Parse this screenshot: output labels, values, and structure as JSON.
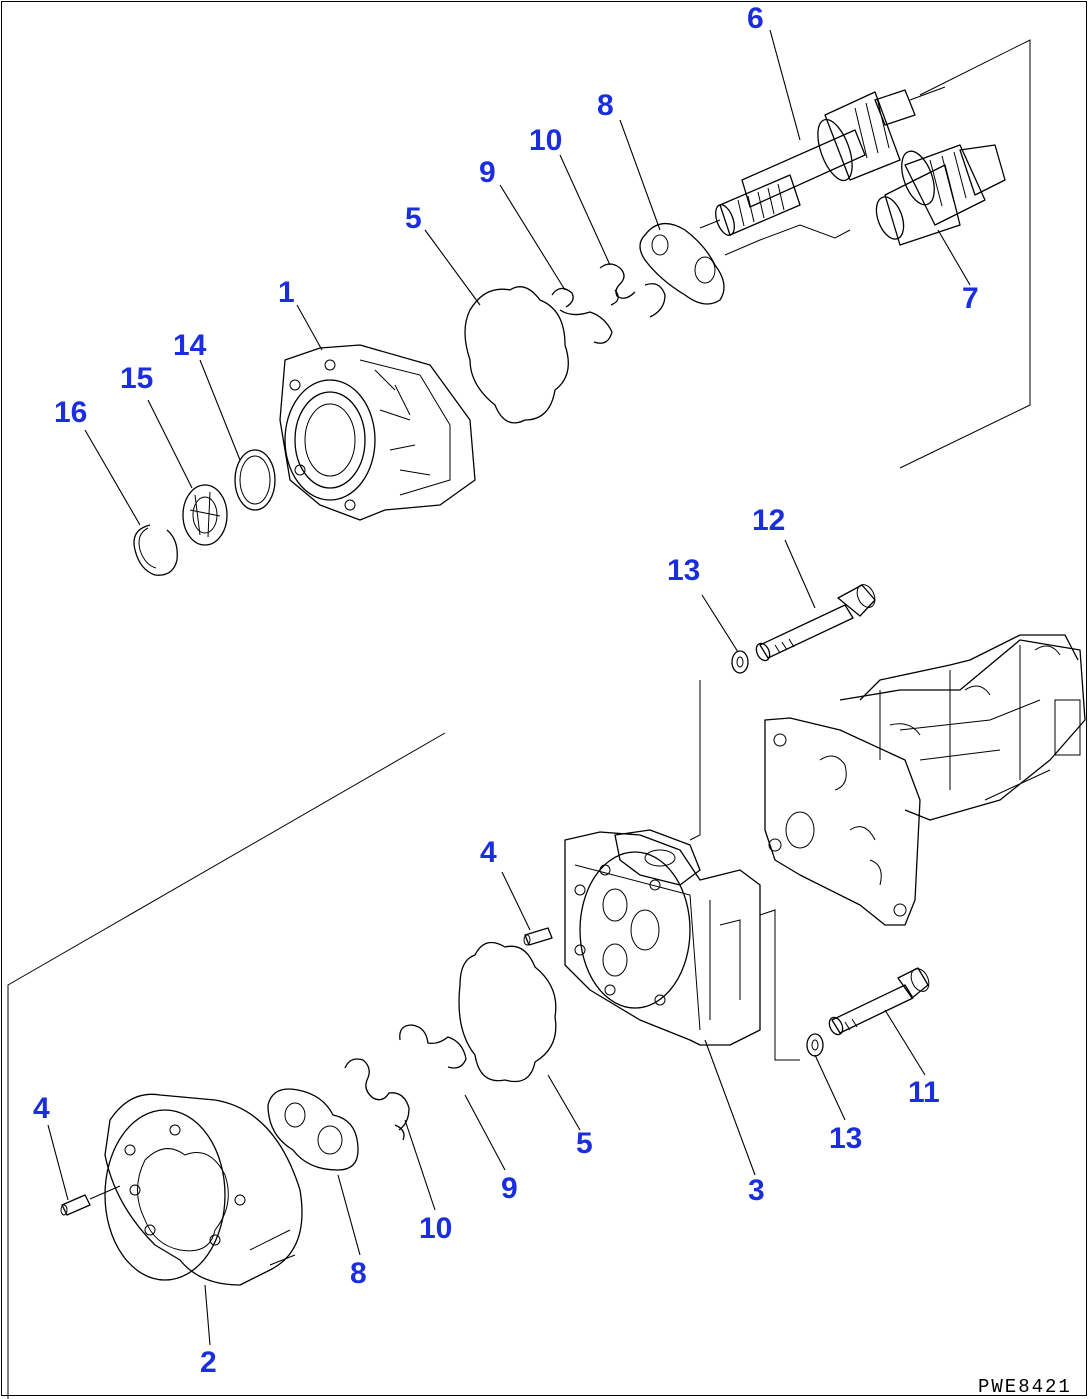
{
  "drawing_code": "PWE8421",
  "callouts": [
    {
      "id": "c6",
      "label": "6"
    },
    {
      "id": "c8t",
      "label": "8"
    },
    {
      "id": "c10t",
      "label": "10"
    },
    {
      "id": "c9t",
      "label": "9"
    },
    {
      "id": "c5t",
      "label": "5"
    },
    {
      "id": "c1",
      "label": "1"
    },
    {
      "id": "c7",
      "label": "7"
    },
    {
      "id": "c14",
      "label": "14"
    },
    {
      "id": "c15",
      "label": "15"
    },
    {
      "id": "c16",
      "label": "16"
    },
    {
      "id": "c12",
      "label": "12"
    },
    {
      "id": "c13t",
      "label": "13"
    },
    {
      "id": "c4r",
      "label": "4"
    },
    {
      "id": "c11",
      "label": "11"
    },
    {
      "id": "c13b",
      "label": "13"
    },
    {
      "id": "c5b",
      "label": "5"
    },
    {
      "id": "c3",
      "label": "3"
    },
    {
      "id": "c9b",
      "label": "9"
    },
    {
      "id": "c10b",
      "label": "10"
    },
    {
      "id": "c8b",
      "label": "8"
    },
    {
      "id": "c4l",
      "label": "4"
    },
    {
      "id": "c2",
      "label": "2"
    }
  ]
}
